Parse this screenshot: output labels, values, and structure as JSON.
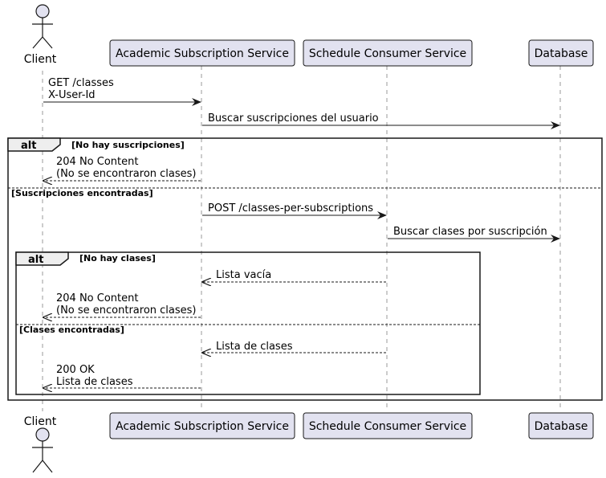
{
  "participants": [
    {
      "id": "client",
      "label": "Client",
      "kind": "actor"
    },
    {
      "id": "academic",
      "label": "Academic Subscription Service",
      "kind": "participant"
    },
    {
      "id": "schedule",
      "label": "Schedule Consumer Service",
      "kind": "participant"
    },
    {
      "id": "database",
      "label": "Database",
      "kind": "participant"
    }
  ],
  "messages": [
    {
      "from": "client",
      "to": "academic",
      "style": "solid",
      "lines": [
        "GET /classes",
        "X-User-Id"
      ]
    },
    {
      "from": "academic",
      "to": "database",
      "style": "solid",
      "lines": [
        "Buscar suscripciones del usuario"
      ]
    },
    {
      "from": "academic",
      "to": "client",
      "style": "dashed",
      "lines": [
        "204 No Content",
        "(No se encontraron clases)"
      ]
    },
    {
      "from": "academic",
      "to": "schedule",
      "style": "solid",
      "lines": [
        "POST /classes-per-subscriptions"
      ]
    },
    {
      "from": "schedule",
      "to": "database",
      "style": "solid",
      "lines": [
        "Buscar clases por suscripción"
      ]
    },
    {
      "from": "schedule",
      "to": "academic",
      "style": "dashed",
      "lines": [
        "Lista vacía"
      ]
    },
    {
      "from": "academic",
      "to": "client",
      "style": "dashed",
      "lines": [
        "204 No Content",
        "(No se encontraron clases)"
      ]
    },
    {
      "from": "schedule",
      "to": "academic",
      "style": "dashed",
      "lines": [
        "Lista de clases"
      ]
    },
    {
      "from": "academic",
      "to": "client",
      "style": "dashed",
      "lines": [
        "200 OK",
        "Lista de clases"
      ]
    }
  ],
  "fragments": [
    {
      "keyword": "alt",
      "guards": [
        "No hay suscripciones",
        "Suscripciones encontradas"
      ]
    },
    {
      "keyword": "alt",
      "guards": [
        "No hay clases",
        "Clases encontradas"
      ]
    }
  ],
  "colors": {
    "participant_fill": "#e2e2f0",
    "participant_border": "#181818",
    "lifeline": "#999999",
    "arrow": "#181818",
    "fragment_tab": "#eeeeee"
  }
}
